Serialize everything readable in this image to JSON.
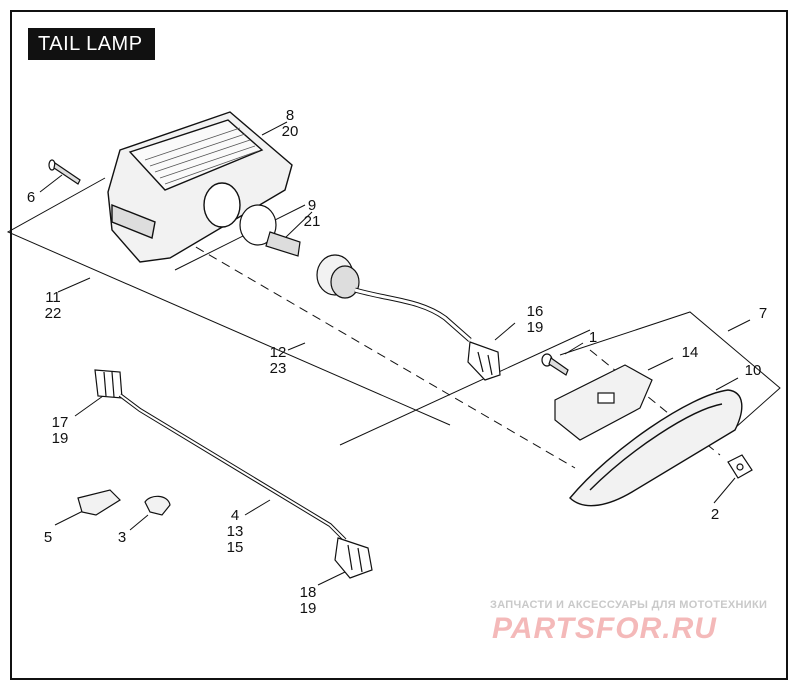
{
  "title": "TAIL LAMP",
  "callouts": {
    "c1": "1",
    "c2": "2",
    "c3": "3",
    "c4": [
      "4",
      "13",
      "15"
    ],
    "c5": "5",
    "c6": "6",
    "c7": "7",
    "c8": [
      "8",
      "20"
    ],
    "c9": [
      "9",
      "21"
    ],
    "c10": "10",
    "c11": [
      "11",
      "22"
    ],
    "c12": [
      "12",
      "23"
    ],
    "c14": "14",
    "c16": [
      "16",
      "19"
    ],
    "c17": [
      "17",
      "19"
    ],
    "c18": [
      "18",
      "19"
    ]
  },
  "watermark": {
    "line1": "ЗАПЧАСТИ И АКСЕССУАРЫ ДЛЯ МОТОТЕХНИКИ",
    "line2": "PARTSFOR.RU"
  },
  "colors": {
    "ink": "#111111",
    "title_bg": "#111111",
    "title_fg": "#ffffff",
    "part_fill": "#f2f2f2",
    "watermark_red": "#f4b9b9",
    "watermark_grey": "#c9c9c9"
  }
}
